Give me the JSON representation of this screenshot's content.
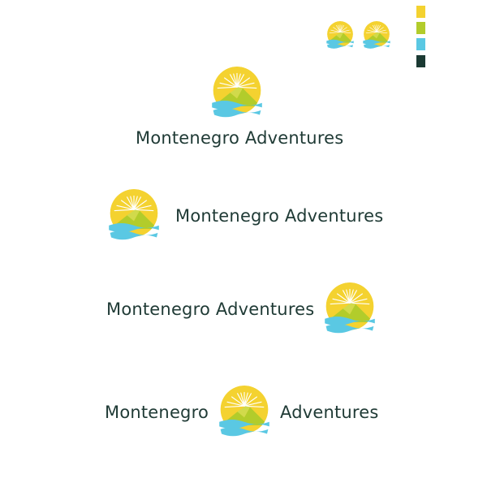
{
  "brand": {
    "name": "Montenegro Adventures",
    "word1": "Montenegro",
    "word2": "Adventures"
  },
  "palette": {
    "yellow": "#f4d230",
    "green": "#b2cc2b",
    "blue": "#5ac8e3",
    "dark": "#1b3a33"
  },
  "icons": {
    "logo_mark": "sun-mountain-waves-icon"
  }
}
